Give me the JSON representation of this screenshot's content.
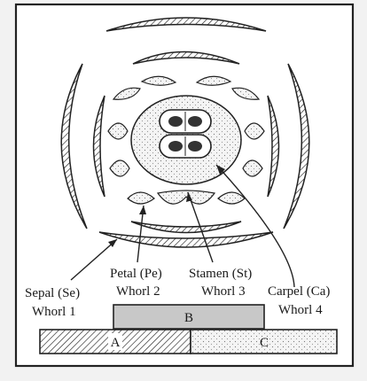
{
  "labels": {
    "sepal_name": "Sepal (Se)",
    "sepal_whorl": "Whorl 1",
    "petal_name": "Petal (Pe)",
    "petal_whorl": "Whorl 2",
    "stamen_name": "Stamen (St)",
    "stamen_whorl": "Whorl 3",
    "carpel_name": "Carpel (Ca)",
    "carpel_whorl": "Whorl 4"
  },
  "bars": {
    "a": "A",
    "b": "B",
    "c": "C"
  },
  "colors": {
    "frame": "#222222",
    "panel": "#ffffff",
    "background": "#f2f2f2",
    "gray_fill": "#c8c8c8",
    "stipple_bg": "#f4f4f4"
  }
}
